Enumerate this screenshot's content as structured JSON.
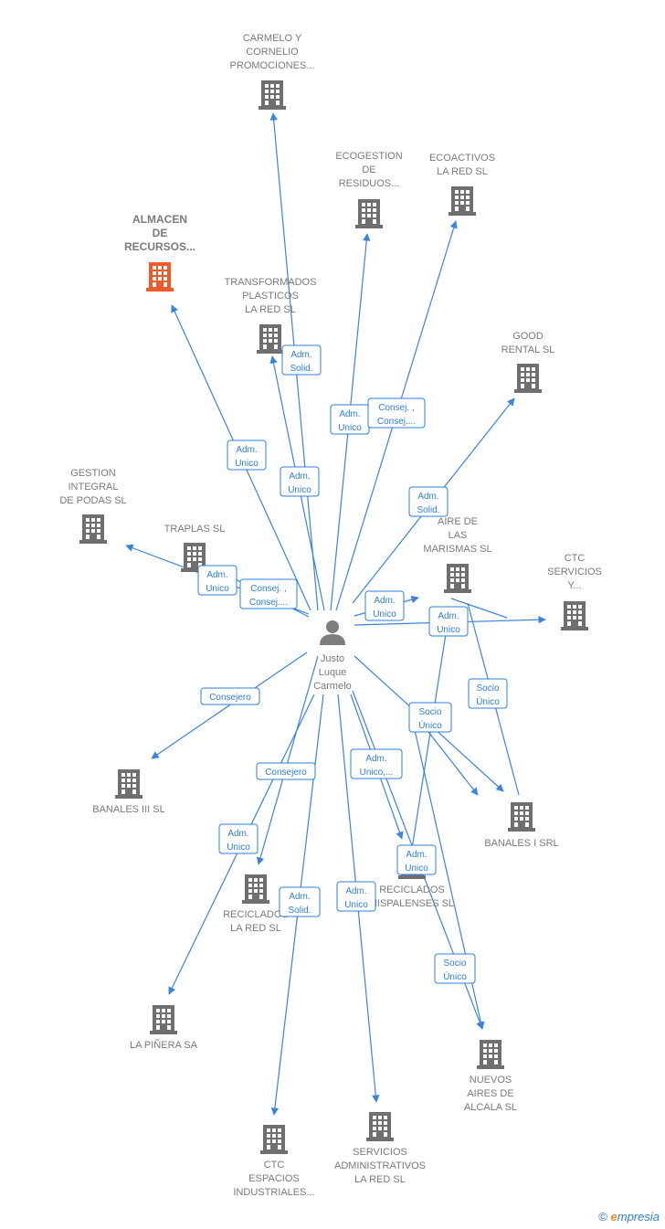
{
  "center": {
    "id": "person",
    "label": [
      "Justo",
      "Luque",
      "Carmelo"
    ]
  },
  "companies": [
    {
      "id": "carmelo",
      "label": [
        "CARMELO Y",
        "CORNELIO",
        "PROMOCIONES..."
      ],
      "highlight": false
    },
    {
      "id": "ecogestion",
      "label": [
        "ECOGESTION",
        "DE",
        "RESIDUOS..."
      ],
      "highlight": false
    },
    {
      "id": "ecoactivos",
      "label": [
        "ECOACTIVOS",
        "LA RED  SL"
      ],
      "highlight": false
    },
    {
      "id": "almacen",
      "label": [
        "ALMACEN",
        "DE",
        "RECURSOS..."
      ],
      "highlight": true
    },
    {
      "id": "transformados",
      "label": [
        "TRANSFORMADOS",
        "PLASTICOS",
        "LA RED SL"
      ],
      "highlight": false
    },
    {
      "id": "good",
      "label": [
        "GOOD",
        "RENTAL  SL"
      ],
      "highlight": false
    },
    {
      "id": "gestion",
      "label": [
        "GESTION",
        "INTEGRAL",
        "DE PODAS SL"
      ],
      "highlight": false
    },
    {
      "id": "traplas",
      "label": [
        "TRAPLAS  SL"
      ],
      "highlight": false
    },
    {
      "id": "aire",
      "label": [
        "AIRE DE",
        "LAS",
        "MARISMAS  SL"
      ],
      "highlight": false
    },
    {
      "id": "ctc_serv",
      "label": [
        "CTC",
        "SERVICIOS",
        "Y..."
      ],
      "highlight": false
    },
    {
      "id": "banales3",
      "label": [
        "BANALES III SL"
      ],
      "highlight": false
    },
    {
      "id": "banales1",
      "label": [
        "BANALES I SRL"
      ],
      "highlight": false
    },
    {
      "id": "reciclados_red",
      "label": [
        "RECICLADOS",
        "LA RED SL"
      ],
      "highlight": false
    },
    {
      "id": "reciclados_hisp",
      "label": [
        "RECICLADOS",
        "HISPALENSES SL"
      ],
      "highlight": false
    },
    {
      "id": "pinera",
      "label": [
        "LA PIÑERA SA"
      ],
      "highlight": false
    },
    {
      "id": "nuevos",
      "label": [
        "NUEVOS",
        "AIRES DE",
        "ALCALA  SL"
      ],
      "highlight": false
    },
    {
      "id": "ctc_esp",
      "label": [
        "CTC",
        "ESPACIOS",
        "INDUSTRIALES..."
      ],
      "highlight": false
    },
    {
      "id": "servicios",
      "label": [
        "SERVICIOS",
        "ADMINISTRATIVOS",
        "LA RED SL"
      ],
      "highlight": false
    }
  ],
  "relations": [
    {
      "to": "carmelo",
      "label": [
        "Adm.",
        "Solid."
      ]
    },
    {
      "to": "ecogestion",
      "label": [
        "Adm.",
        "Unico"
      ]
    },
    {
      "to": "ecoactivos",
      "label": [
        "Consej. ,",
        "Consej...."
      ]
    },
    {
      "to": "almacen",
      "label": [
        "Adm.",
        "Unico"
      ]
    },
    {
      "to": "transformados",
      "label": [
        "Adm.",
        "Unico"
      ]
    },
    {
      "to": "good",
      "label": [
        "Adm.",
        "Solid."
      ]
    },
    {
      "to": "gestion",
      "label": [
        "Adm.",
        "Unico"
      ]
    },
    {
      "to": "traplas",
      "label": [
        "Consej. ,",
        "Consej...."
      ]
    },
    {
      "to": "aire",
      "label": [
        "Adm.",
        "Unico"
      ]
    },
    {
      "to": "ctc_serv",
      "label": [
        "Adm.",
        "Unico"
      ]
    },
    {
      "to": "banales3",
      "label": [
        "Consejero"
      ]
    },
    {
      "to": "banales1",
      "label": [
        "Socio",
        "Único"
      ]
    },
    {
      "to": "reciclados_red",
      "label": [
        "Consejero"
      ]
    },
    {
      "to": "reciclados_hisp",
      "label": [
        "Adm.",
        "Unico,..."
      ]
    },
    {
      "to": "pinera",
      "label": [
        "Adm.",
        "Unico"
      ]
    },
    {
      "to": "nuevos",
      "label": [
        "Adm.",
        "Unico"
      ]
    },
    {
      "to": "ctc_esp",
      "label": [
        "Adm.",
        "Solid."
      ]
    },
    {
      "to": "servicios",
      "label": [
        "Adm.",
        "Unico"
      ]
    },
    {
      "to": "aire",
      "label": [
        "Socio",
        "Único"
      ]
    },
    {
      "to": "nuevos",
      "label": [
        "Socio",
        "Único"
      ]
    }
  ],
  "colors": {
    "edge": "#3b84dc",
    "building": "#6f6f6f",
    "highlight": "#f05a28",
    "person": "#7d7d7d"
  },
  "footer": {
    "copyright": "©",
    "brand_e": "e",
    "brand_rest": "mpresia"
  }
}
